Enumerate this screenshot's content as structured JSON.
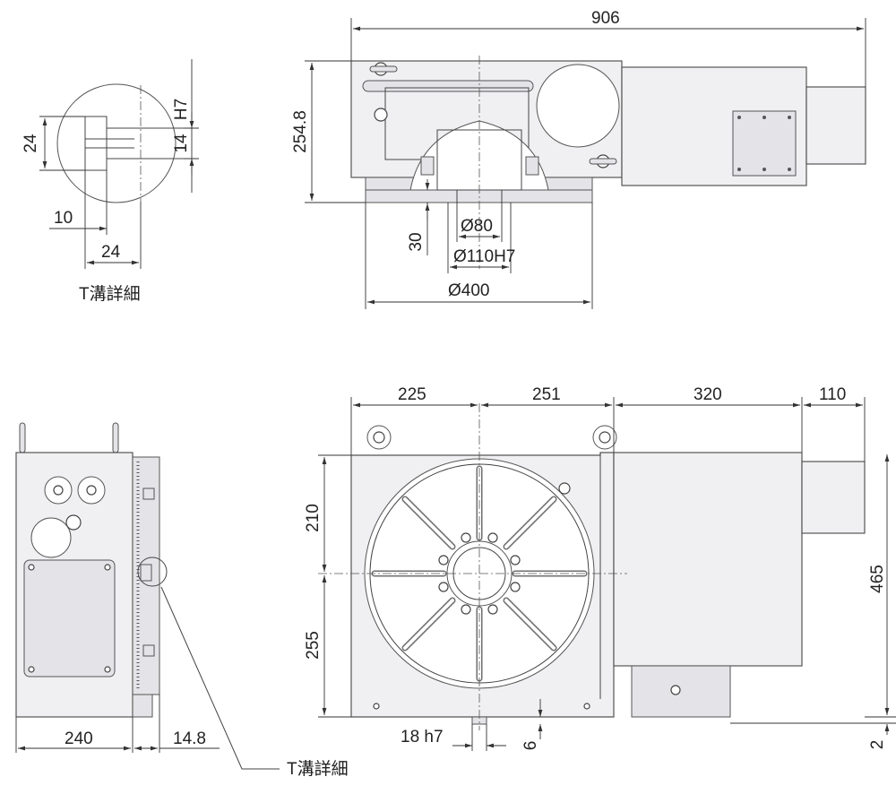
{
  "views": {
    "tslot_top": {
      "caption": "T溝詳細",
      "dims": {
        "height": "24",
        "fit": "H7",
        "neck": "14",
        "offset": "10",
        "width": "24"
      }
    },
    "top_view": {
      "dims": {
        "length": "906",
        "height": "254.8",
        "depth": "30",
        "bore_small": "Ø80",
        "bore_fit": "Ø110H7",
        "table_dia": "Ø400"
      }
    },
    "side_view": {
      "dims": {
        "depth": "240",
        "offset": "14.8"
      },
      "caption": "T溝詳細"
    },
    "front_view": {
      "dims": {
        "seg1": "225",
        "seg2": "251",
        "seg3": "320",
        "seg4": "110",
        "upper": "210",
        "lower": "255",
        "total_height": "465",
        "key": "18 h7",
        "key_depth": "6",
        "base_gap": "2"
      }
    }
  }
}
